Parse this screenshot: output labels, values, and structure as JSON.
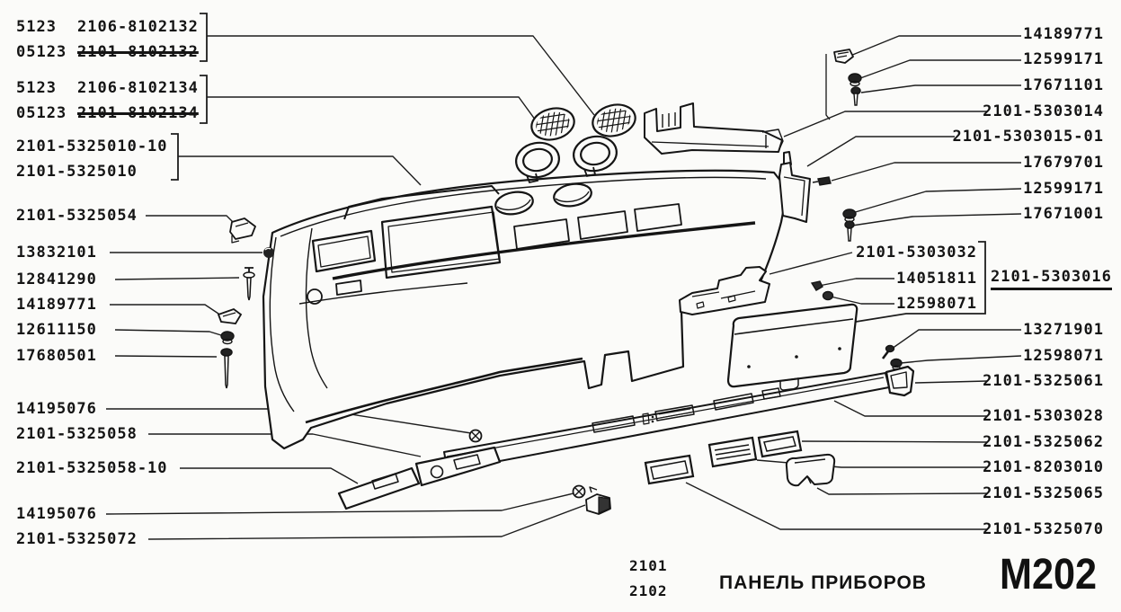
{
  "sheet": {
    "code": "M202",
    "title": "ПАНЕЛЬ ПРИБОРОВ",
    "models": [
      "2101",
      "2102"
    ]
  },
  "labels": {
    "left": [
      {
        "prefix": "5123",
        "number": "2106-8102132",
        "strike": false
      },
      {
        "prefix": "05123",
        "number": "2101-8102132",
        "strike": true
      },
      {
        "prefix": "5123",
        "number": "2106-8102134",
        "strike": false
      },
      {
        "prefix": "05123",
        "number": "2101-8102134",
        "strike": true
      },
      {
        "number": "2101-5325010-10"
      },
      {
        "number": "2101-5325010"
      },
      {
        "number": "2101-5325054"
      },
      {
        "number": "13832101"
      },
      {
        "number": "12841290"
      },
      {
        "number": "14189771"
      },
      {
        "number": "12611150"
      },
      {
        "number": "17680501"
      },
      {
        "number": "14195076"
      },
      {
        "number": "2101-5325058"
      },
      {
        "number": "2101-5325058-10"
      },
      {
        "number": "14195076"
      },
      {
        "number": "2101-5325072"
      }
    ],
    "right": [
      {
        "number": "14189771"
      },
      {
        "number": "12599171"
      },
      {
        "number": "17671101"
      },
      {
        "number": "2101-5303014"
      },
      {
        "number": "2101-5303015-01"
      },
      {
        "number": "17679701"
      },
      {
        "number": "12599171"
      },
      {
        "number": "17671001"
      },
      {
        "number": "2101-5303032"
      },
      {
        "number": "14051811"
      },
      {
        "number": "12598071"
      },
      {
        "number": "13271901"
      },
      {
        "number": "12598071"
      },
      {
        "number": "2101-5325061"
      },
      {
        "number": "2101-5303028"
      },
      {
        "number": "2101-5325062"
      },
      {
        "number": "2101-8203010"
      },
      {
        "number": "2101-5325065"
      },
      {
        "number": "2101-5325070"
      }
    ],
    "assembly": {
      "number": "2101-5303016"
    }
  }
}
